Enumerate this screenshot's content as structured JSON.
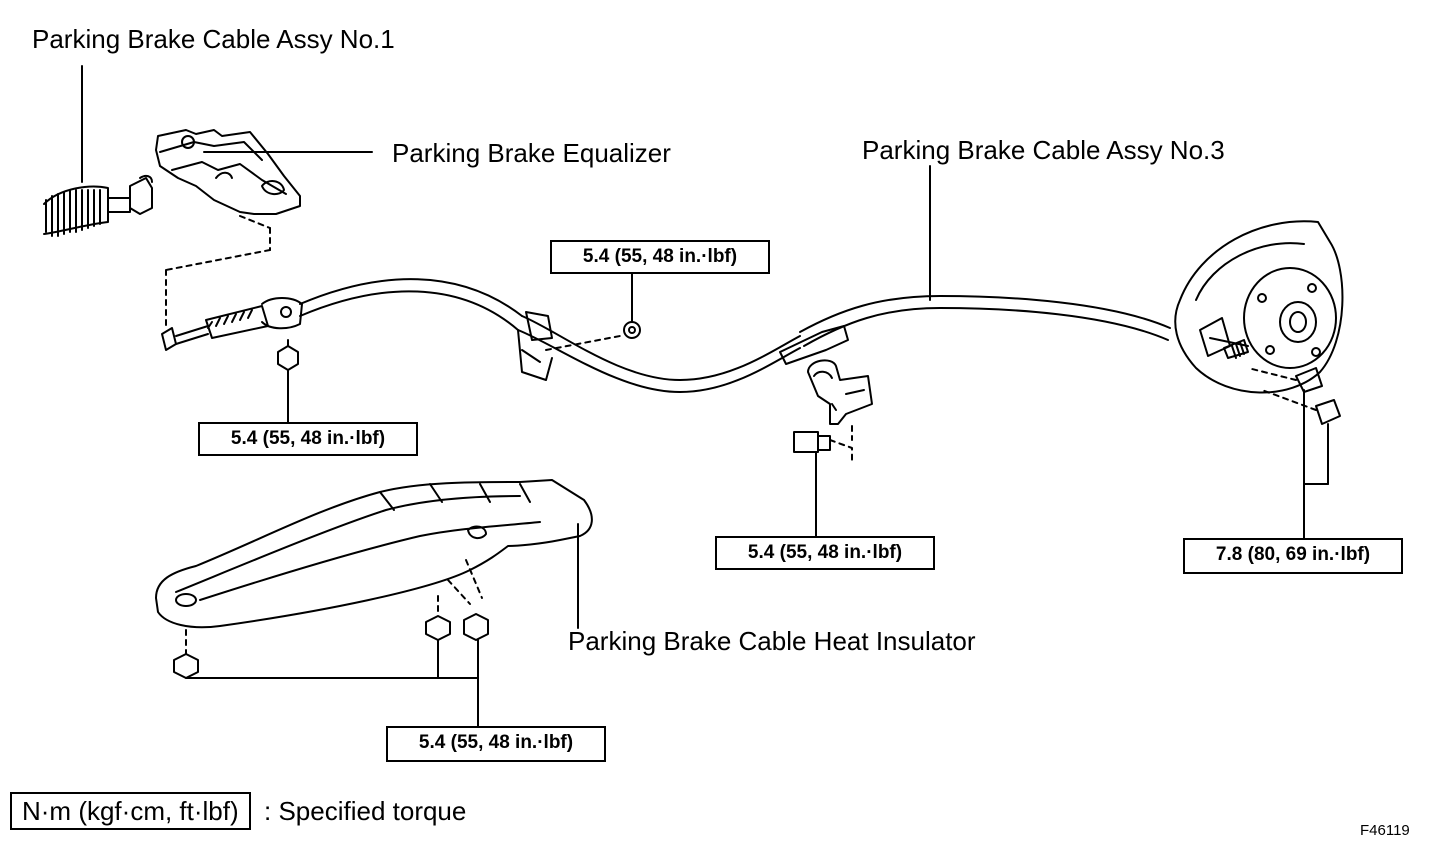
{
  "labels": {
    "cable_no1": "Parking Brake Cable Assy No.1",
    "equalizer": "Parking Brake Equalizer",
    "cable_no3": "Parking Brake Cable Assy No.3",
    "heat_insulator": "Parking Brake Cable Heat Insulator"
  },
  "torques": {
    "t_upper_mid": "5.4 (55, 48 in.·lbf)",
    "t_left": "5.4 (55, 48 in.·lbf)",
    "t_center": "5.4 (55, 48 in.·lbf)",
    "t_right": "7.8 (80, 69 in.·lbf)",
    "t_bottom": "5.4 (55, 48 in.·lbf)"
  },
  "legend": {
    "unit": "N·m (kgf·cm, ft·lbf)",
    "text": ": Specified torque"
  },
  "figure_id": "F46119"
}
